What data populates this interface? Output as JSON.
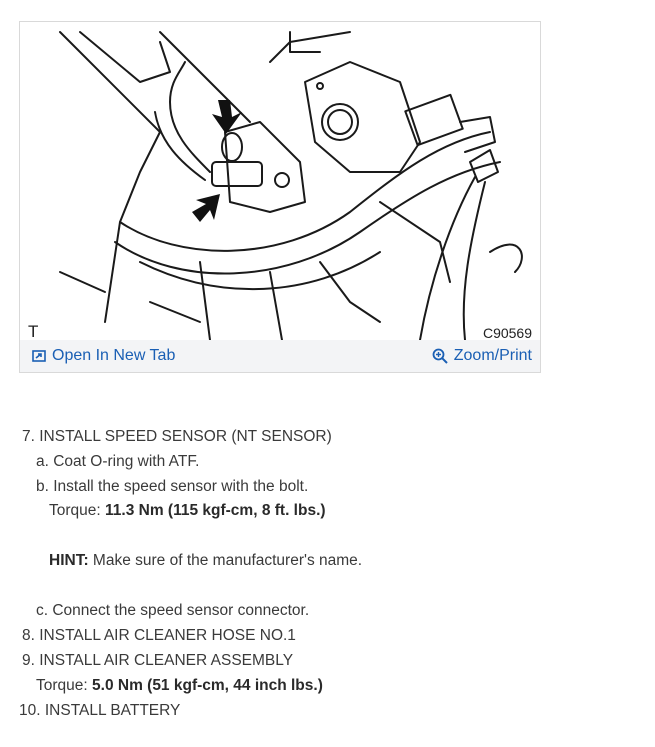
{
  "figure": {
    "corner_letter": "T",
    "code": "C90569",
    "open_tab_label": "Open In New Tab",
    "open_tab_icon": "open-new-tab-icon",
    "zoom_label": "Zoom/Print",
    "zoom_icon": "zoom-magnifier-icon",
    "link_color": "#1a5fb4"
  },
  "steps": {
    "s7": "7. INSTALL SPEED SENSOR (NT SENSOR)",
    "s7a": "a. Coat O-ring with ATF.",
    "s7b": "b. Install the speed sensor with the bolt.",
    "torque_label": "Torque:",
    "torque_7b": "11.3 Nm (115 kgf-cm, 8 ft. lbs.)",
    "hint_label": "HINT:",
    "hint_text": "Make sure of the manufacturer's name.",
    "s7c": "c. Connect the speed sensor connector.",
    "s8": "8. INSTALL AIR CLEANER HOSE NO.1",
    "s9": "9. INSTALL AIR CLEANER ASSEMBLY",
    "torque_label_9": "Torque:",
    "torque_9": "5.0 Nm (51 kgf-cm, 44 inch lbs.)",
    "s10": "10. INSTALL BATTERY"
  }
}
